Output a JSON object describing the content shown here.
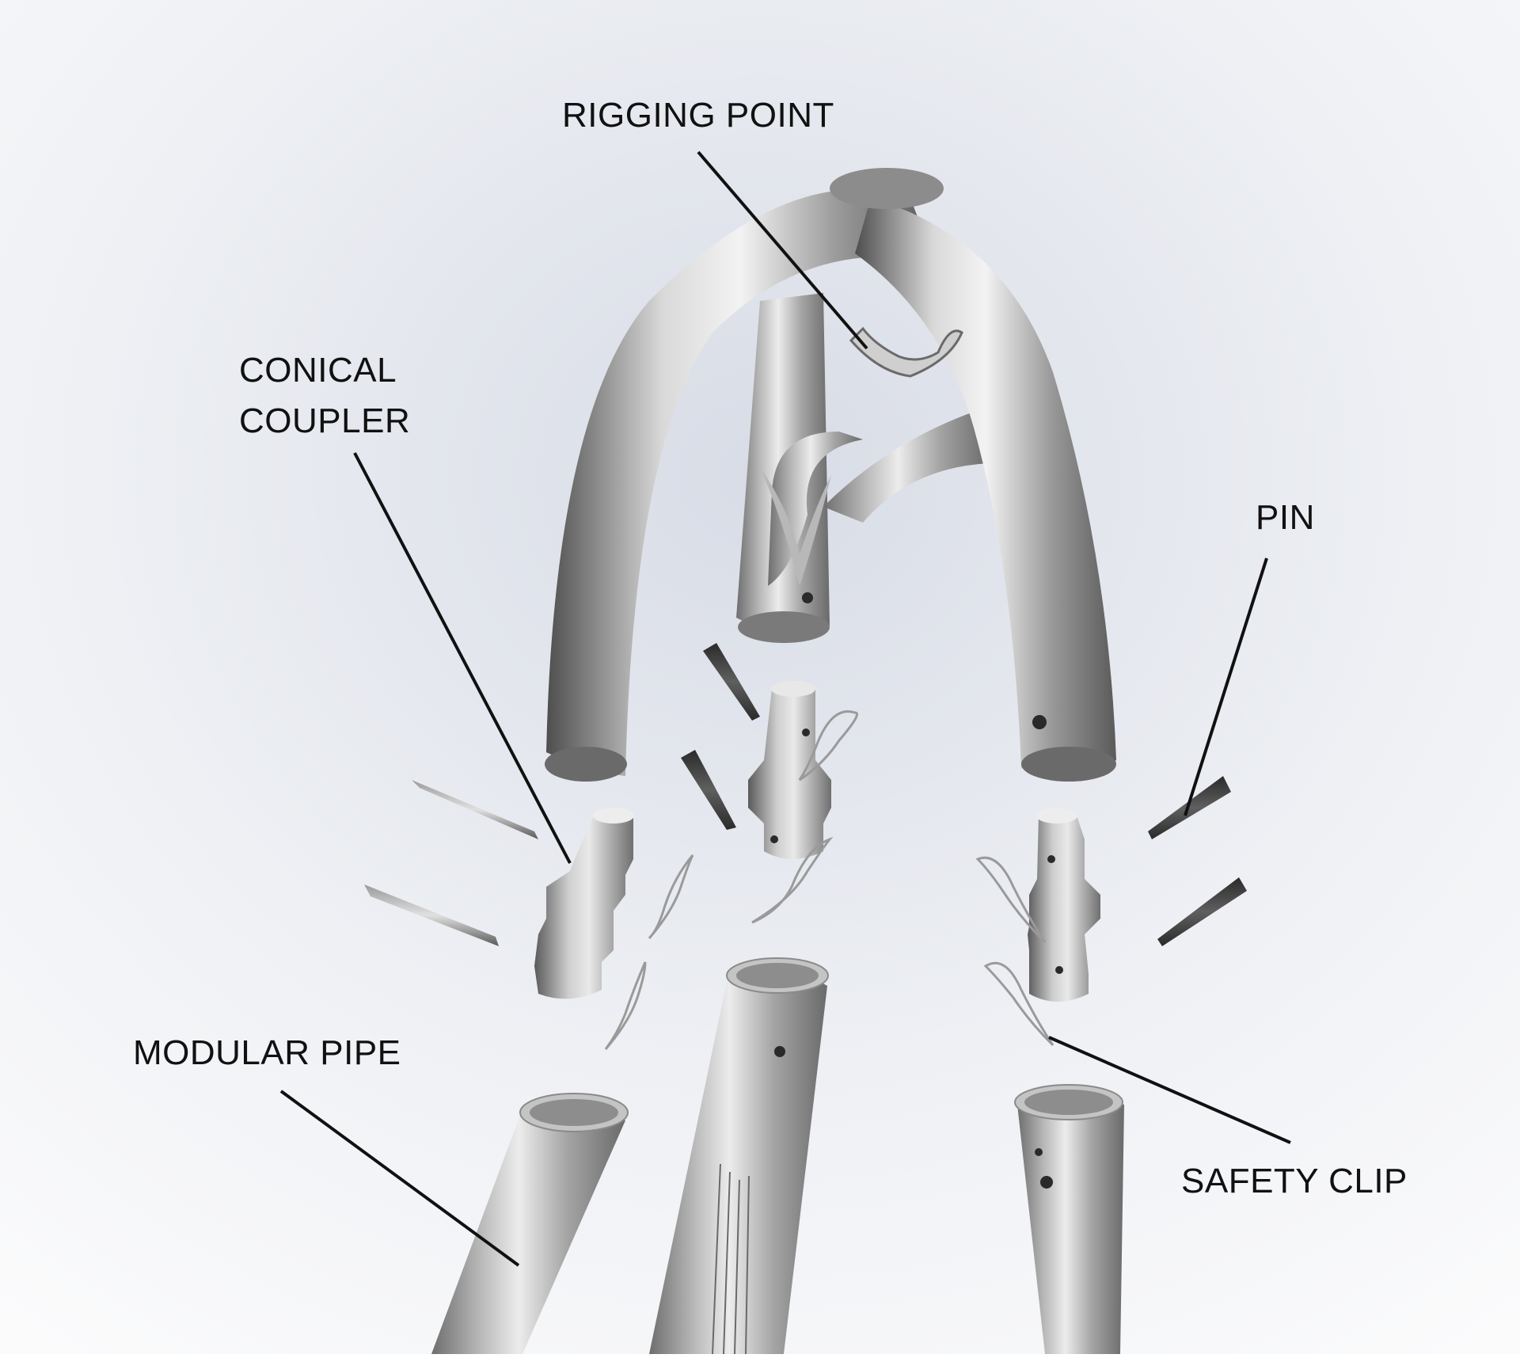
{
  "labels": {
    "rigging_point": "RIGGING POINT",
    "conical_coupler_line1": "CONICAL",
    "conical_coupler_line2": "COUPLER",
    "pin": "PIN",
    "modular_pipe": "MODULAR PIPE",
    "safety_clip": "SAFETY CLIP"
  },
  "colors": {
    "background": "#eef0f4",
    "metal_light": "#e8e8e8",
    "metal_mid": "#a8a8a8",
    "metal_dark": "#5c5c5c",
    "pin_dark": "#3a3a3a",
    "leader_line": "#111111"
  }
}
